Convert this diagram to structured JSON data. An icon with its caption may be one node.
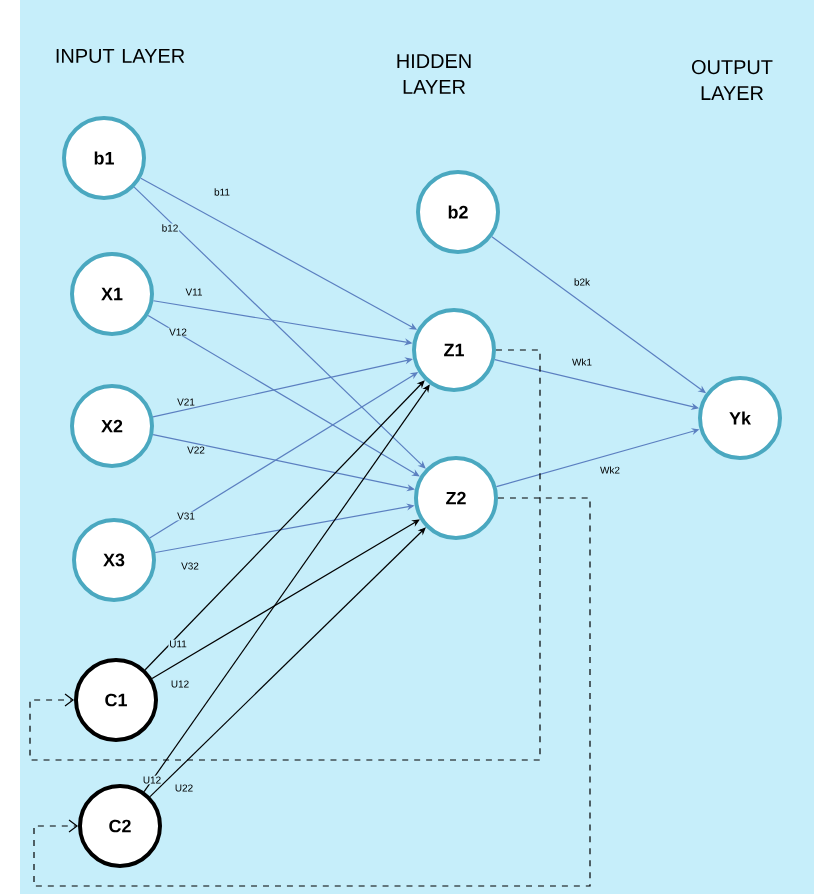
{
  "diagram": {
    "nodes": [
      {
        "text": [
          "b1"
        ]
      },
      {
        "text": [
          "X1"
        ]
      },
      {
        "text": [
          "X2"
        ]
      },
      {
        "text": [
          "X3"
        ]
      },
      {
        "text": [
          "C1"
        ]
      },
      {
        "text": [
          "C2"
        ]
      },
      {
        "text": [
          "b2"
        ]
      },
      {
        "text": [
          "Z1"
        ]
      },
      {
        "text": [
          "Z2"
        ]
      },
      {
        "text": [
          "Yk"
        ]
      }
    ],
    "edges": [
      {
        "from": 0,
        "to": 7,
        "arrow": "to",
        "label": "b11"
      },
      {
        "from": 0,
        "to": 8,
        "arrow": "to",
        "label": "b12"
      },
      {
        "from": 1,
        "to": 7,
        "arrow": "to",
        "label": "V11"
      },
      {
        "from": 1,
        "to": 8,
        "arrow": "to",
        "label": "V12"
      },
      {
        "from": 2,
        "to": 7,
        "arrow": "to",
        "label": "V21"
      },
      {
        "from": 2,
        "to": 8,
        "arrow": "to",
        "label": "V22"
      },
      {
        "from": 3,
        "to": 7,
        "arrow": "to",
        "label": "V31"
      },
      {
        "from": 3,
        "to": 8,
        "arrow": "to",
        "label": "V32"
      },
      {
        "from": 4,
        "to": 7,
        "arrow": "to",
        "label": "U11",
        "color": "#000000"
      },
      {
        "from": 4,
        "to": 8,
        "arrow": "to",
        "label": "U12",
        "color": "#000000"
      },
      {
        "from": 5,
        "to": 7,
        "arrow": "to",
        "label": "U12",
        "color": "#000000"
      },
      {
        "from": 5,
        "to": 8,
        "arrow": "to",
        "label": "U22",
        "color": "#000000"
      },
      {
        "from": 6,
        "to": 9,
        "arrow": "to",
        "label": "b2k"
      },
      {
        "from": 7,
        "to": 9,
        "arrow": "to",
        "label": "Wk1"
      },
      {
        "from": 8,
        "to": 9,
        "arrow": "to",
        "label": "Wk2"
      },
      {
        "from": 7,
        "to": 4,
        "arrow": "to",
        "style": "dashed",
        "color": "#000000"
      },
      {
        "from": 8,
        "to": 5,
        "arrow": "to",
        "style": "dashed",
        "color": "#000000"
      }
    ],
    "labels": [
      "INPUT LAYER",
      "HIDDEN LAYER",
      "OUTPUT LAYER"
    ]
  }
}
